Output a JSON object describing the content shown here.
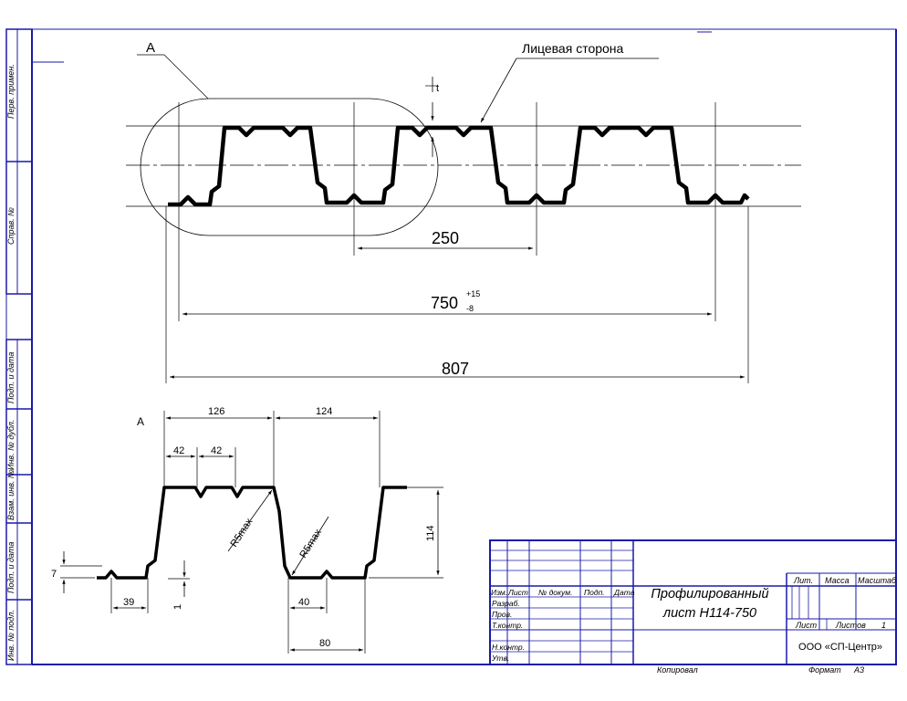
{
  "colors": {
    "frame": "#1a1aa8",
    "line": "#000000",
    "paper": "#ffffff"
  },
  "main_view": {
    "view_label": "А",
    "face_label": "Лицевая сторона",
    "thickness_symbol": "t",
    "dim_pitch": "250",
    "dim_width": "750",
    "dim_width_tol_upper": "+15",
    "dim_width_tol_lower": "-8",
    "dim_total": "807"
  },
  "detail_view": {
    "label": "А",
    "dim_top_left": "126",
    "dim_top_right": "124",
    "dim_groove_1": "42",
    "dim_groove_2": "42",
    "dim_height": "114",
    "dim_step_height": "7",
    "dim_flange": "39",
    "dim_offset": "1",
    "dim_bottom_groove": "40",
    "dim_bottom": "80",
    "radius_1": "R5max",
    "radius_2": "R5max"
  },
  "side_stamps": [
    "Перв. примен.",
    "Справ. №",
    "Подп. и дата",
    "Инв. № дубл.",
    "Взам. инв. №",
    "Подп. и дата",
    "Инв. № подл."
  ],
  "title_block": {
    "col_headers": [
      "Изм.",
      "Лист",
      "№ докум.",
      "Подп.",
      "Дата"
    ],
    "row_labels": [
      "Разраб.",
      "Пров.",
      "Т.контр.",
      "Н.контр.",
      "Утв."
    ],
    "title_line_1": "Профилированный",
    "title_line_2": "лист Н114-750",
    "lit_label": "Лит.",
    "mass_label": "Масса",
    "scale_label": "Масштаб",
    "sheet_label": "Лист",
    "sheets_label": "Листов",
    "sheets_count": "1",
    "company": "ООО «СП-Центр»",
    "copied_label": "Копировал",
    "format_label": "Формат",
    "format_value": "А3"
  }
}
